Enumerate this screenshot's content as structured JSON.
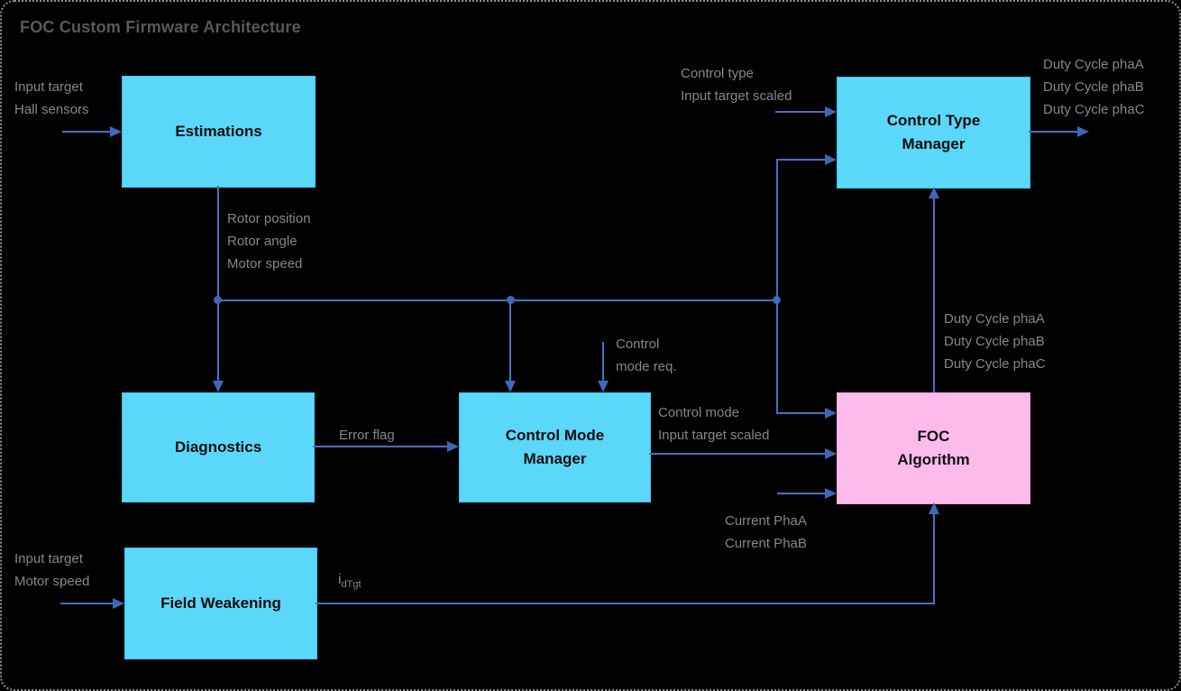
{
  "title": "FOC Custom Firmware Architecture",
  "colors": {
    "background": "#000000",
    "connector_line": "#4472c4",
    "arrowhead": "#3d68b8",
    "box_cyan": "#5bd7fa",
    "box_pink": "#fdbbeb",
    "label_gray": "#878787",
    "title_gray": "#595959",
    "box_text": "#0d0d0d"
  },
  "blocks": {
    "estimations": {
      "label": "Estimations"
    },
    "control_type_manager": {
      "line1": "Control Type",
      "line2": "Manager"
    },
    "diagnostics": {
      "label": "Diagnostics"
    },
    "control_mode_manager": {
      "line1": "Control Mode",
      "line2": "Manager"
    },
    "foc_algorithm": {
      "line1": "FOC",
      "line2": "Algorithm"
    },
    "field_weakening": {
      "label": "Field Weakening"
    }
  },
  "labels": {
    "estimations_inputs": {
      "line1": "Input target",
      "line2": "Hall sensors"
    },
    "estimations_outputs": {
      "line1": "Rotor position",
      "line2": "Rotor angle",
      "line3": "Motor speed"
    },
    "ctm_inputs": {
      "line1": "Control type",
      "line2": "Input target scaled"
    },
    "duty_cycle_out": {
      "line1": "Duty Cycle phaA",
      "line2": "Duty Cycle phaB",
      "line3": "Duty Cycle phaC"
    },
    "duty_cycle_feedback": {
      "line1": "Duty Cycle phaA",
      "line2": "Duty Cycle phaB",
      "line3": "Duty Cycle phaC"
    },
    "control_mode_req": {
      "line1": "Control",
      "line2": "mode req."
    },
    "error_flag": "Error flag",
    "cmm_outputs": {
      "line1": "Control mode",
      "line2": "Input target scaled"
    },
    "currents": {
      "line1": "Current PhaA",
      "line2": "Current PhaB"
    },
    "fw_inputs": {
      "line1": "Input target",
      "line2": "Motor speed"
    },
    "idtgt": {
      "base": "i",
      "subscript": "dTgt"
    }
  }
}
